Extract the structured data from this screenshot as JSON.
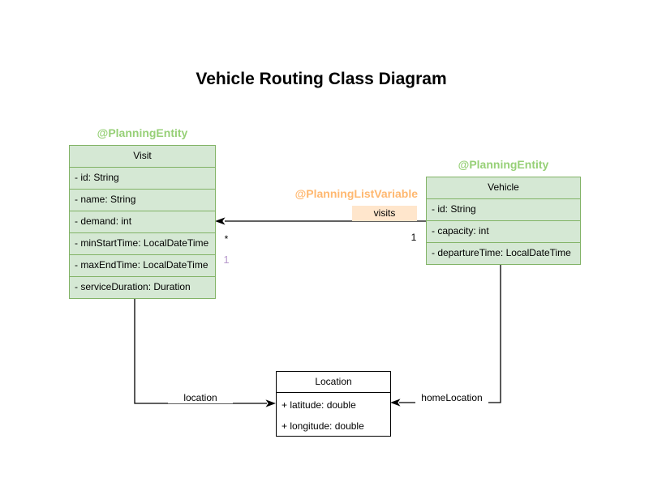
{
  "title": "Vehicle Routing Class Diagram",
  "colors": {
    "class_fill_green": "#d5e8d4",
    "class_border_green": "#82b366",
    "annotation_green": "#97d077",
    "annotation_orange": "#ffb870",
    "visits_label_bg": "#ffe6cc",
    "secondary_multiplicity_purple": "#b699cc",
    "line_black": "#000000"
  },
  "classes": {
    "visit": {
      "annotation": "@PlanningEntity",
      "name": "Visit",
      "attributes": [
        "- id: String",
        "- name: String",
        "- demand: int",
        "- minStartTime: LocalDateTime",
        "- maxEndTime: LocalDateTime",
        "- serviceDuration: Duration"
      ]
    },
    "vehicle": {
      "annotation": "@PlanningEntity",
      "name": "Vehicle",
      "attributes": [
        "- id: String",
        "- capacity: int",
        "- departureTime: LocalDateTime"
      ]
    },
    "location": {
      "name": "Location",
      "attributes": [
        "+ latitude: double",
        "+ longitude: double"
      ]
    }
  },
  "relationships": {
    "visits": {
      "annotation": "@PlanningListVariable",
      "label": "visits",
      "multiplicity_at_visit": "*",
      "multiplicity_at_vehicle": "1",
      "multiplicity_secondary": "1"
    },
    "location": {
      "label": "location"
    },
    "home_location": {
      "label": "homeLocation"
    }
  }
}
